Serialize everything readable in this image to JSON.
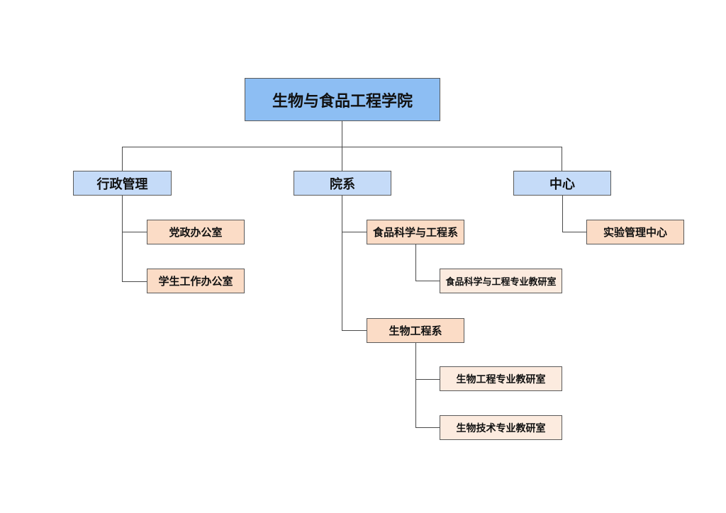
{
  "org_chart": {
    "root": "生物与食品工程学院",
    "branches": {
      "admin": {
        "label": "行政管理",
        "children": [
          "党政办公室",
          "学生工作办公室"
        ]
      },
      "departments": {
        "label": "院系",
        "food_dept": {
          "label": "食品科学与工程系",
          "children": [
            "食品科学与工程专业教研室"
          ]
        },
        "bio_dept": {
          "label": "生物工程系",
          "children": [
            "生物工程专业教研室",
            "生物技术专业教研室"
          ]
        }
      },
      "centers": {
        "label": "中心",
        "children": [
          "实验管理中心"
        ]
      }
    }
  }
}
